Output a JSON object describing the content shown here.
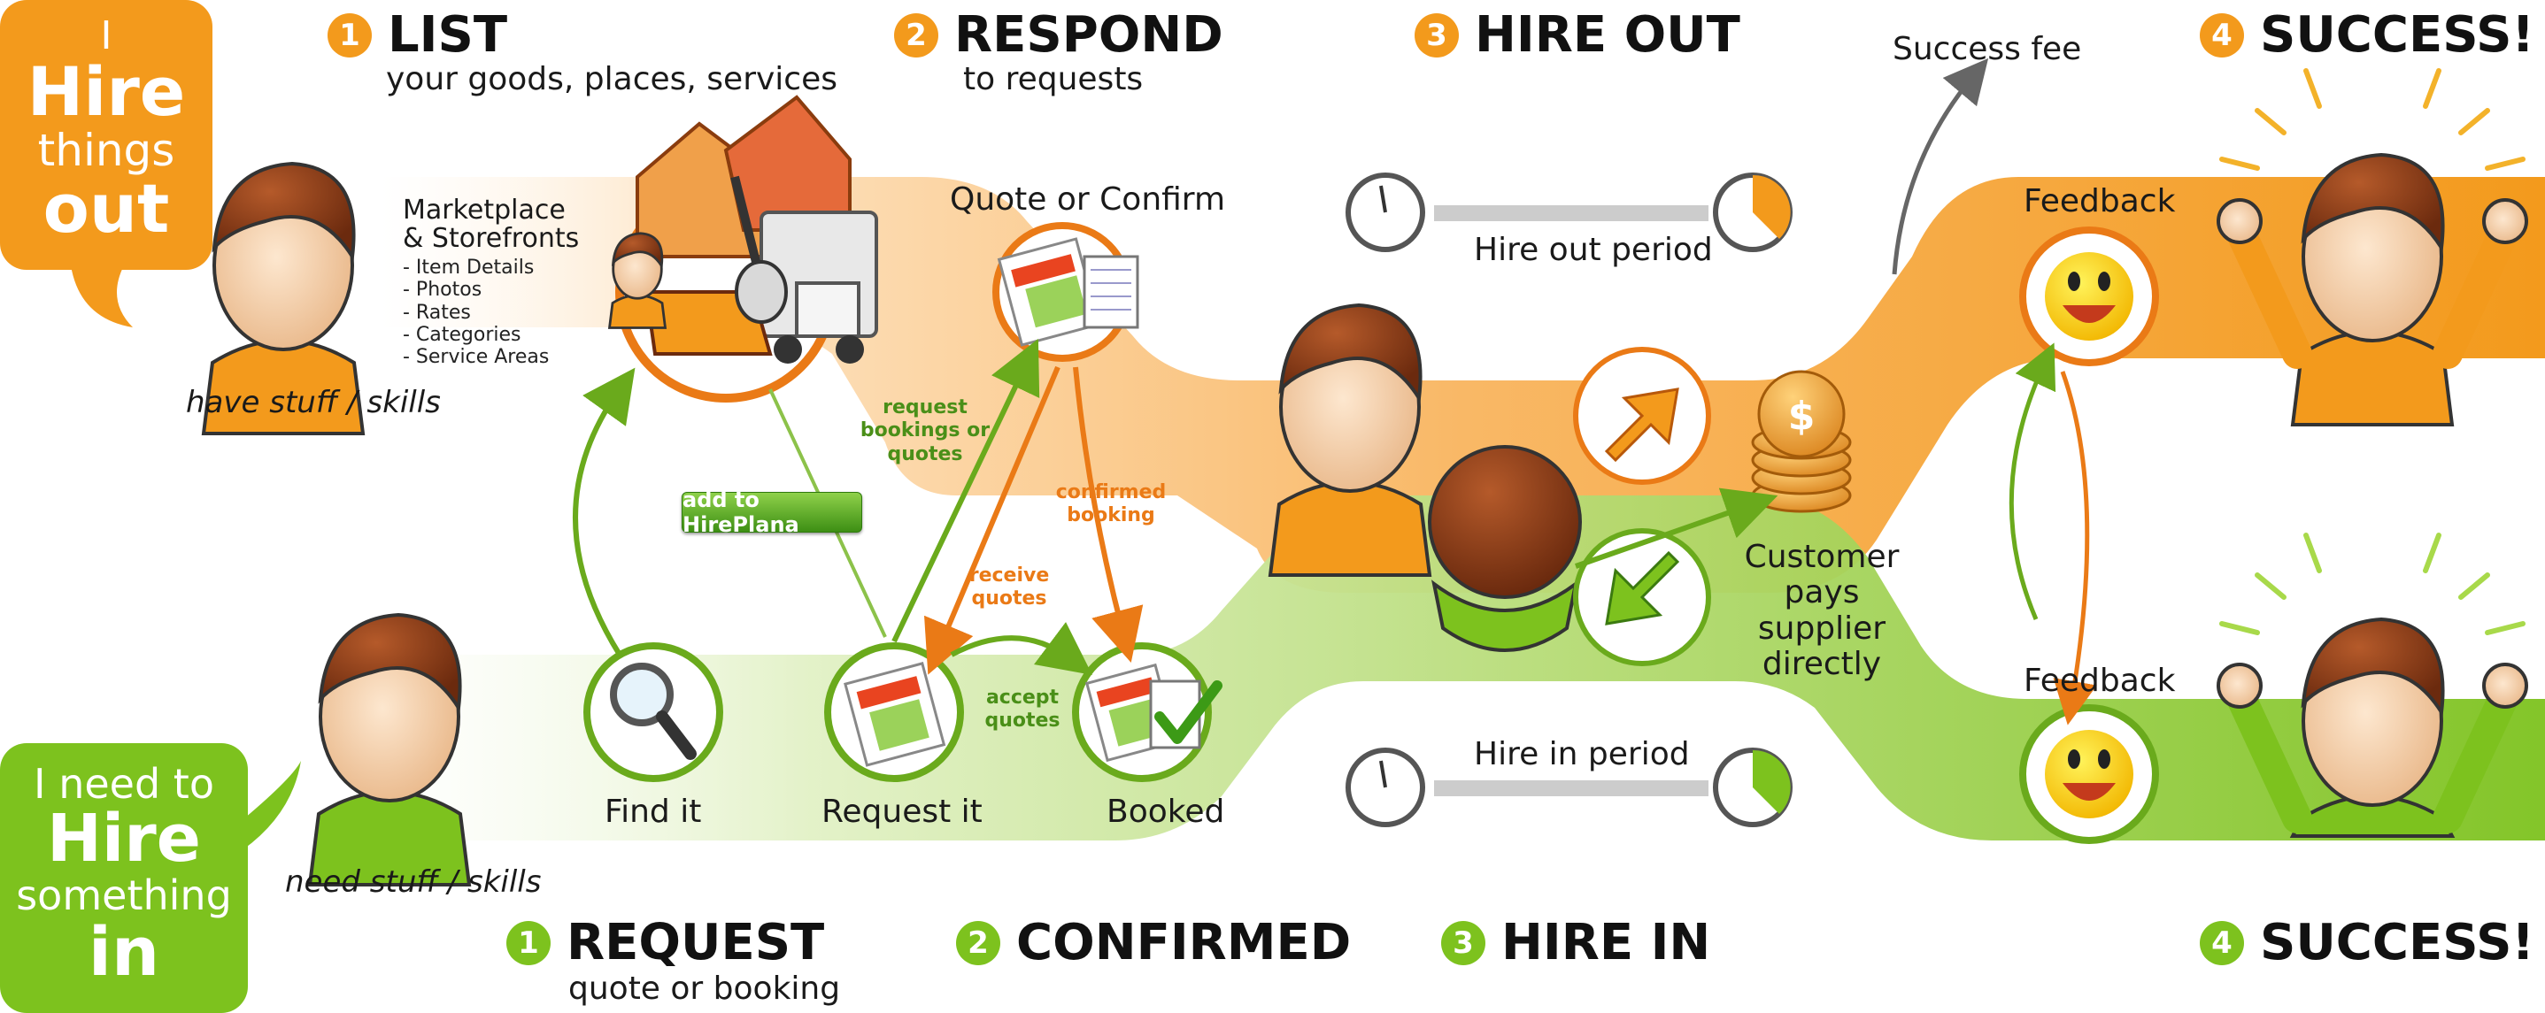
{
  "supplier_bubble": {
    "line1": "I",
    "line2": "Hire",
    "line3": "things",
    "line4": "out"
  },
  "customer_bubble": {
    "line1": "I need to",
    "line2": "Hire",
    "line3": "something",
    "line4": "in"
  },
  "top_steps": [
    {
      "num": "1",
      "title": "LIST",
      "subtitle": "your goods, places, services"
    },
    {
      "num": "2",
      "title": "RESPOND",
      "subtitle": "to requests"
    },
    {
      "num": "3",
      "title": "HIRE OUT",
      "subtitle": ""
    },
    {
      "num": "4",
      "title": "SUCCESS!",
      "subtitle": ""
    }
  ],
  "bottom_steps": [
    {
      "num": "1",
      "title": "REQUEST",
      "subtitle": "quote or booking"
    },
    {
      "num": "2",
      "title": "CONFIRMED",
      "subtitle": ""
    },
    {
      "num": "3",
      "title": "HIRE IN",
      "subtitle": ""
    },
    {
      "num": "4",
      "title": "SUCCESS!",
      "subtitle": ""
    }
  ],
  "labels": {
    "have_stuff": "have stuff / skills",
    "need_stuff": "need stuff / skills",
    "marketplace_title1": "Marketplace",
    "marketplace_title2": "& Storefronts",
    "marketplace_items": [
      "- Item Details",
      "- Photos",
      "- Rates",
      "- Categories",
      "- Service Areas"
    ],
    "quote_or_confirm": "Quote or Confirm",
    "hire_out_period": "Hire out period",
    "hire_in_period": "Hire in period",
    "success_fee": "Success fee",
    "feedback_top": "Feedback",
    "feedback_bottom": "Feedback",
    "customer_pays": [
      "Customer",
      "pays",
      "supplier",
      "directly"
    ],
    "find_it": "Find it",
    "request_it": "Request it",
    "booked": "Booked",
    "add_button": "add to HirePlana",
    "request_bookings": [
      "request",
      "bookings or",
      "quotes"
    ],
    "confirmed_booking": [
      "confirmed",
      "booking"
    ],
    "receive_quotes": [
      "receive",
      "quotes"
    ],
    "accept_quotes": [
      "accept",
      "quotes"
    ]
  },
  "colors": {
    "orange": "#f39a1c",
    "green": "#7dc21e",
    "dark_orange": "#ea7a16",
    "dark_green": "#4a8f18"
  },
  "icons": [
    "person-icon",
    "magnifier-icon",
    "calendar-icon",
    "checkmark-icon",
    "smiley-icon",
    "coins-icon",
    "arrow-icon",
    "timer-icon",
    "truck-icon",
    "guitar-icon",
    "house-icon"
  ]
}
